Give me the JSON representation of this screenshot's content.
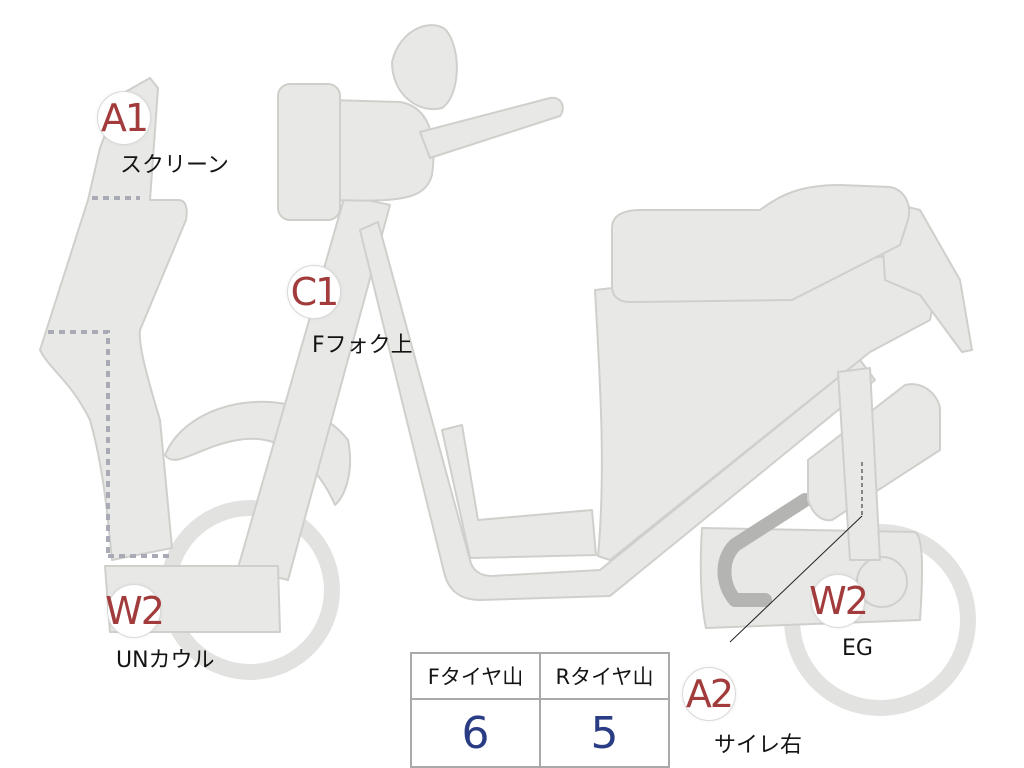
{
  "colors": {
    "body_fill": "#e8e8e6",
    "body_stroke": "#cfcfcc",
    "marker_text": "#a23b3b",
    "value_text": "#2a3c84",
    "dotted_line": "#a8aab6",
    "muffler_pipe": "#b4b4b2"
  },
  "callouts": [
    {
      "code": "A1",
      "label": "スクリーン"
    },
    {
      "code": "C1",
      "label": "Fフォク上"
    },
    {
      "code": "W2",
      "label": "UNカウル"
    },
    {
      "code": "W2",
      "label": "EG"
    },
    {
      "code": "A2",
      "label": "サイレ右"
    }
  ],
  "tread_table": {
    "headers": [
      "Fタイヤ山",
      "Rタイヤ山"
    ],
    "values": [
      "6",
      "5"
    ]
  }
}
